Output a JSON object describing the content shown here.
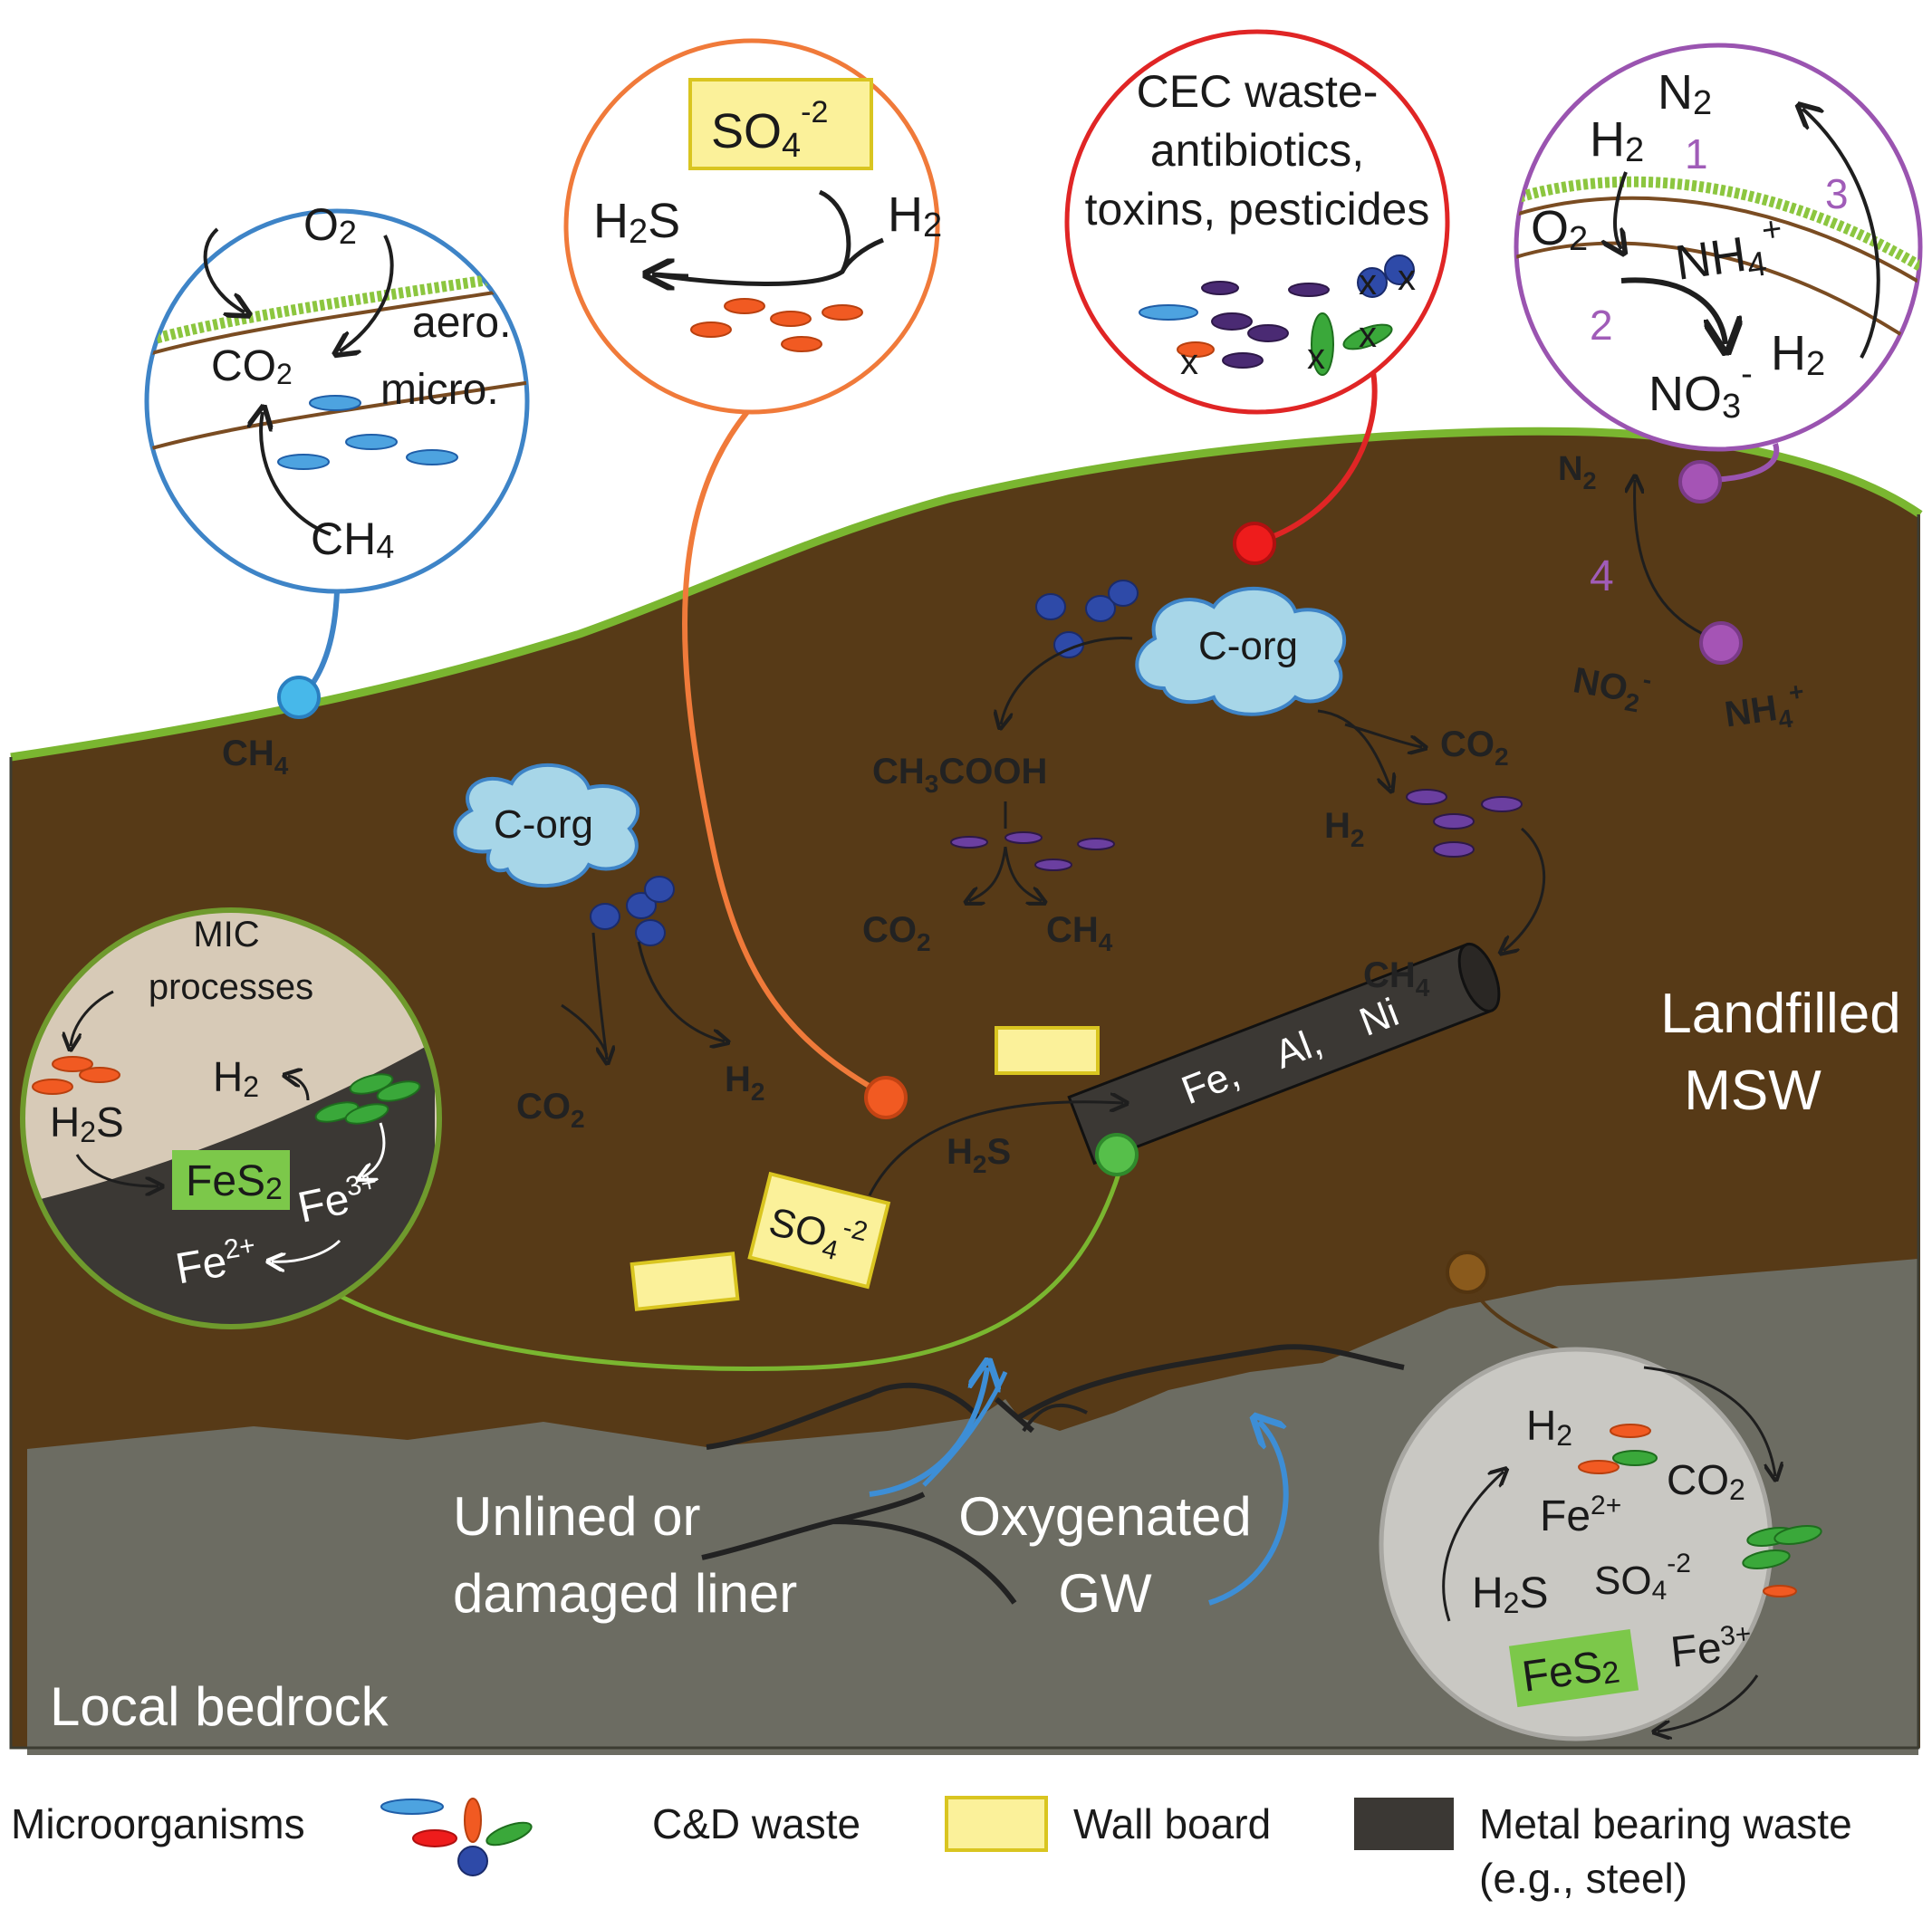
{
  "colors": {
    "landfill": "#573a17",
    "bedrock": "#6c6c62",
    "surface_line": "#7ab630",
    "blue_circle": "#3e84c7",
    "orange_circle": "#f07a3a",
    "red_circle": "#e02525",
    "purple_circle": "#9a54b0",
    "green_circle": "#6f9a2d",
    "cloud": "#a7d6e8",
    "wallboard": "#fbf19a",
    "metal": "#3b3834",
    "gw_arrow": "#3d8ed6",
    "fes2": "#7cc84a"
  },
  "zones": {
    "landfill": "Landfilled MSW",
    "landfill_line1": "Landfilled",
    "landfill_line2": "MSW",
    "bedrock": "Local bedrock",
    "liner_line1": "Unlined or",
    "liner_line2": "damaged liner",
    "gw_line1": "Oxygenated",
    "gw_line2": "GW"
  },
  "metal_label": "Fe,    Al,    Ni",
  "chem": {
    "ch4": "CH4",
    "co2": "CO2",
    "h2": "H2",
    "h2s": "H2S",
    "n2": "N2",
    "no2": "NO2",
    "nh4": "NH4",
    "ch3cooh": "CH3COOH",
    "corg": "C-org",
    "so4": "SO4",
    "fes2": "FeS2",
    "fe2": "Fe2+",
    "fe3": "Fe3+"
  },
  "insets": {
    "methane": {
      "o2": "O2",
      "co2": "CO2",
      "ch4": "CH4",
      "aero": "aero.",
      "micro": "micro."
    },
    "sulfate": {
      "so4": "SO4-2",
      "h2s": "H2S",
      "h2": "H2"
    },
    "cec": {
      "line1": "CEC waste-",
      "line2": "antibiotics,",
      "line3": "toxins, pesticides",
      "x": "x"
    },
    "nitrogen": {
      "n2": "N2",
      "h2_top": "H2",
      "o2": "O2",
      "nh4": "NH4+",
      "no3": "NO3-",
      "h2_bottom": "H2",
      "step1": "1",
      "step2": "2",
      "step3": "3"
    },
    "mic": {
      "line1": "MIC",
      "line2": "processes",
      "h2": "H2",
      "h2s": "H2S",
      "fes2": "FeS2",
      "fe2": "Fe2+",
      "fe3": "Fe3+"
    },
    "bedrock": {
      "h2": "H2",
      "co2": "CO2",
      "fe2": "Fe2+",
      "h2s": "H2S",
      "so4": "SO4-2",
      "fes2": "FeS2",
      "fe3": "Fe3+"
    }
  },
  "step4": "4",
  "legend": {
    "microorganisms": "Microorganisms",
    "cd_waste": "C&D waste",
    "wall_board": "Wall board",
    "metal_line1": "Metal bearing waste",
    "metal_line2": "(e.g., steel)"
  }
}
